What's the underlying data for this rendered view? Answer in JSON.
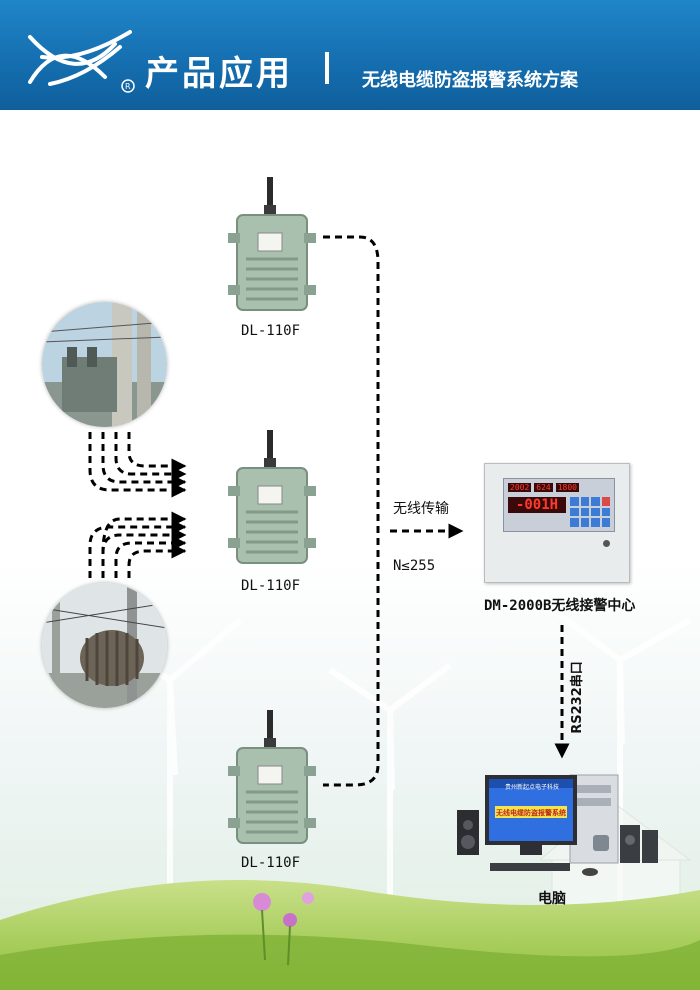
{
  "header": {
    "title": "产品应用",
    "subtitle": "无线电缆防盗报警系统方案"
  },
  "devices": [
    {
      "label": "DL-110F"
    },
    {
      "label": "DL-110F"
    },
    {
      "label": "DL-110F"
    }
  ],
  "link": {
    "label": "无线传输",
    "capacity": "N≤255"
  },
  "receiver": {
    "label": "DM-2000B无线接警中心",
    "display_top": [
      "2002",
      "624",
      "1800"
    ],
    "display_main": "-001H"
  },
  "serial": {
    "label": "RS232串口"
  },
  "computer": {
    "label": "电脑",
    "screen_header": "贵州新起点电子科技",
    "screen_title": "无线电缆防盗报警系统"
  },
  "colors": {
    "header_blue": "#1a7cc0",
    "device_green": "#9fb8a4",
    "arrow": "#000000"
  }
}
